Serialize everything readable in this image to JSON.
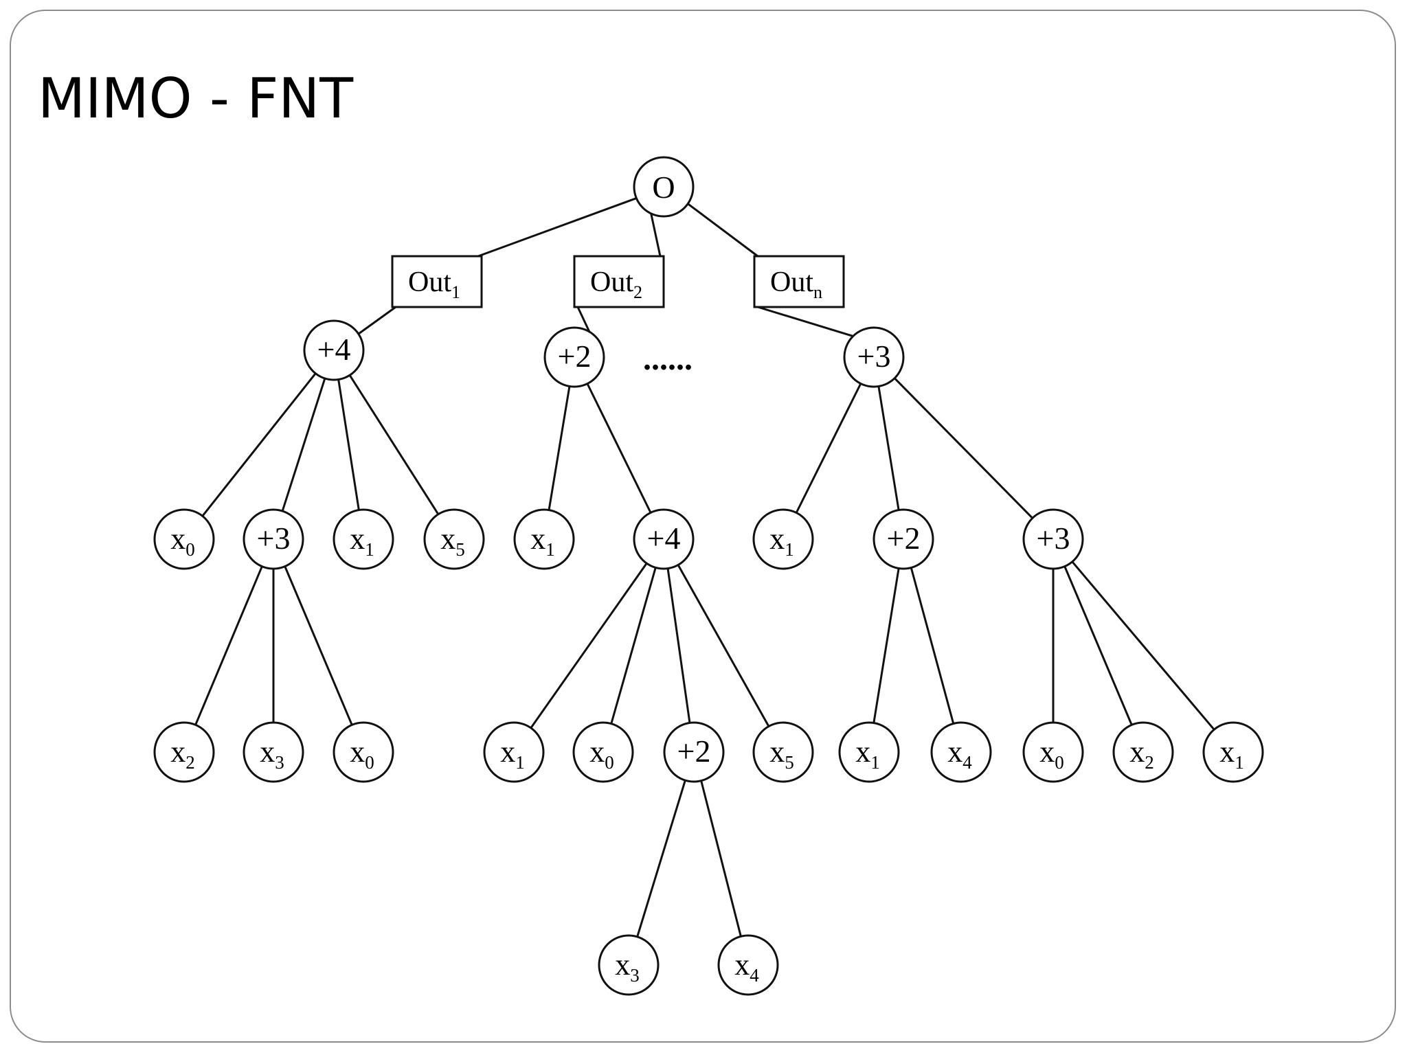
{
  "title": "MIMO - FNT",
  "root": {
    "label": "O"
  },
  "outputs": [
    {
      "base": "Out",
      "sub": "1"
    },
    {
      "base": "Out",
      "sub": "2"
    },
    {
      "base": "Out",
      "sub": "n"
    }
  ],
  "ellipsis": "......",
  "nodes": [
    {
      "id": "op-plus4-a",
      "base": "+4",
      "sub": ""
    },
    {
      "id": "op-plus2-a",
      "base": "+2",
      "sub": ""
    },
    {
      "id": "op-plus3-a",
      "base": "+3",
      "sub": ""
    },
    {
      "id": "x0-a",
      "base": "x",
      "sub": "0"
    },
    {
      "id": "op-plus3-b",
      "base": "+3",
      "sub": ""
    },
    {
      "id": "x1-a",
      "base": "x",
      "sub": "1"
    },
    {
      "id": "x5-a",
      "base": "x",
      "sub": "5"
    },
    {
      "id": "x1-b",
      "base": "x",
      "sub": "1"
    },
    {
      "id": "op-plus4-b",
      "base": "+4",
      "sub": ""
    },
    {
      "id": "x1-c",
      "base": "x",
      "sub": "1"
    },
    {
      "id": "op-plus2-b",
      "base": "+2",
      "sub": ""
    },
    {
      "id": "op-plus3-c",
      "base": "+3",
      "sub": ""
    },
    {
      "id": "x2-a",
      "base": "x",
      "sub": "2"
    },
    {
      "id": "x3-a",
      "base": "x",
      "sub": "3"
    },
    {
      "id": "x0-b",
      "base": "x",
      "sub": "0"
    },
    {
      "id": "x1-d",
      "base": "x",
      "sub": "1"
    },
    {
      "id": "x0-c",
      "base": "x",
      "sub": "0"
    },
    {
      "id": "op-plus2-c",
      "base": "+2",
      "sub": ""
    },
    {
      "id": "x5-b",
      "base": "x",
      "sub": "5"
    },
    {
      "id": "x1-e",
      "base": "x",
      "sub": "1"
    },
    {
      "id": "x4-a",
      "base": "x",
      "sub": "4"
    },
    {
      "id": "x0-d",
      "base": "x",
      "sub": "0"
    },
    {
      "id": "x2-b",
      "base": "x",
      "sub": "2"
    },
    {
      "id": "x1-f",
      "base": "x",
      "sub": "1"
    },
    {
      "id": "x3-b",
      "base": "x",
      "sub": "3"
    },
    {
      "id": "x4-b",
      "base": "x",
      "sub": "4"
    }
  ],
  "edges": [
    [
      "root",
      "out-1"
    ],
    [
      "root",
      "out-2"
    ],
    [
      "root",
      "out-n"
    ],
    [
      "out-1",
      "op-plus4-a"
    ],
    [
      "out-2",
      "op-plus2-a"
    ],
    [
      "out-n",
      "op-plus3-a"
    ],
    [
      "op-plus4-a",
      "x0-a"
    ],
    [
      "op-plus4-a",
      "op-plus3-b"
    ],
    [
      "op-plus4-a",
      "x1-a"
    ],
    [
      "op-plus4-a",
      "x5-a"
    ],
    [
      "op-plus2-a",
      "x1-b"
    ],
    [
      "op-plus2-a",
      "op-plus4-b"
    ],
    [
      "op-plus3-a",
      "x1-c"
    ],
    [
      "op-plus3-a",
      "op-plus2-b"
    ],
    [
      "op-plus3-a",
      "op-plus3-c"
    ],
    [
      "op-plus3-b",
      "x2-a"
    ],
    [
      "op-plus3-b",
      "x3-a"
    ],
    [
      "op-plus3-b",
      "x0-b"
    ],
    [
      "op-plus4-b",
      "x1-d"
    ],
    [
      "op-plus4-b",
      "x0-c"
    ],
    [
      "op-plus4-b",
      "op-plus2-c"
    ],
    [
      "op-plus4-b",
      "x5-b"
    ],
    [
      "op-plus2-b",
      "x1-e"
    ],
    [
      "op-plus2-b",
      "x4-a"
    ],
    [
      "op-plus3-c",
      "x0-d"
    ],
    [
      "op-plus3-c",
      "x2-b"
    ],
    [
      "op-plus3-c",
      "x1-f"
    ],
    [
      "op-plus2-c",
      "x3-b"
    ],
    [
      "op-plus2-c",
      "x4-b"
    ]
  ]
}
